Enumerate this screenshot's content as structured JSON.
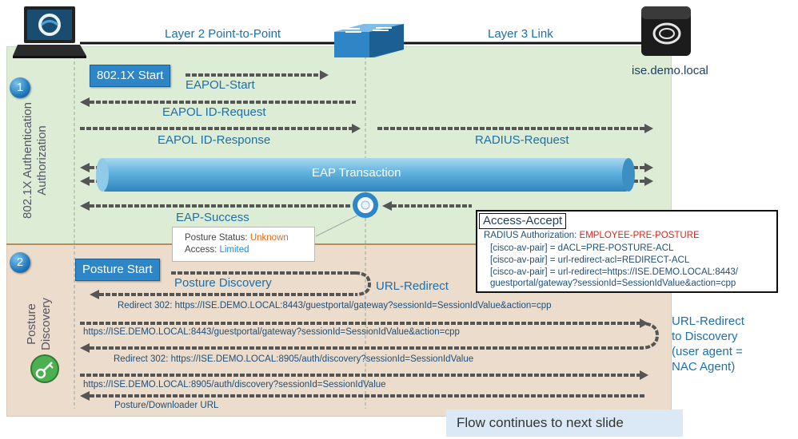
{
  "header": {
    "layer2_label": "Layer 2 Point-to-Point",
    "layer3_label": "Layer 3 Link",
    "server_label": "ise.demo.local"
  },
  "section1": {
    "number": "1",
    "side_label_line1": "802.1X Authentication",
    "side_label_line2": "Authorization",
    "start_label": "802.1X Start",
    "eapol_start": "EAPOL-Start",
    "eapol_id_request": "EAPOL ID-Request",
    "eapol_id_response": "EAPOL ID-Response",
    "radius_request": "RADIUS-Request",
    "eap_transaction": "EAP Transaction",
    "eap_success": "EAP-Success",
    "posture_status_label": "Posture Status: ",
    "posture_status_value": "Unknown",
    "access_label": "Access: ",
    "access_value": "Limited"
  },
  "access_accept": {
    "title": "Access-Accept",
    "auth_label": "RADIUS Authorization: ",
    "auth_value": "EMPLOYEE-PRE-POSTURE",
    "line1": "[cisco-av-pair] = dACL=PRE-POSTURE-ACL",
    "line2": "[cisco-av-pair] = url-redirect-acl=REDIRECT-ACL",
    "line3": "[cisco-av-pair] = url-redirect=https://ISE.DEMO.LOCAL:8443/",
    "line4": "guestportal/gateway?sessionId=SessionIdValue&action=cpp"
  },
  "section2": {
    "number": "2",
    "side_label_line1": "Posture",
    "side_label_line2": "Discovery",
    "start_label": "Posture Start",
    "posture_discovery": "Posture Discovery",
    "url_redirect": "URL-Redirect",
    "redirect1": "Redirect 302: https://ISE.DEMO.LOCAL:8443/guestportal/gateway?sessionId=SessionIdValue&action=cpp",
    "request1": "https://ISE.DEMO.LOCAL:8443/guestportal/gateway?sessionId=SessionIdValue&action=cpp",
    "redirect2": "Redirect 302: https://ISE.DEMO.LOCAL:8905/auth/discovery?sessionId=SessionIdValue",
    "request2": "https://ISE.DEMO.LOCAL:8905/auth/discovery?sessionId=SessionIdValue",
    "downloader": "Posture/Downloader URL",
    "side_note_line1": "URL-Redirect",
    "side_note_line2": "to Discovery",
    "side_note_line3": "(user agent =",
    "side_note_line4": "NAC Agent)"
  },
  "footer": {
    "continues": "Flow continues to next slide"
  },
  "colors": {
    "section1_bg": "#dcecd5",
    "section2_bg": "#ecdccb",
    "accent_blue": "#2c86c8",
    "text_blue": "#1f6fa8",
    "orange": "#e06a1a",
    "red": "#d5281b"
  }
}
